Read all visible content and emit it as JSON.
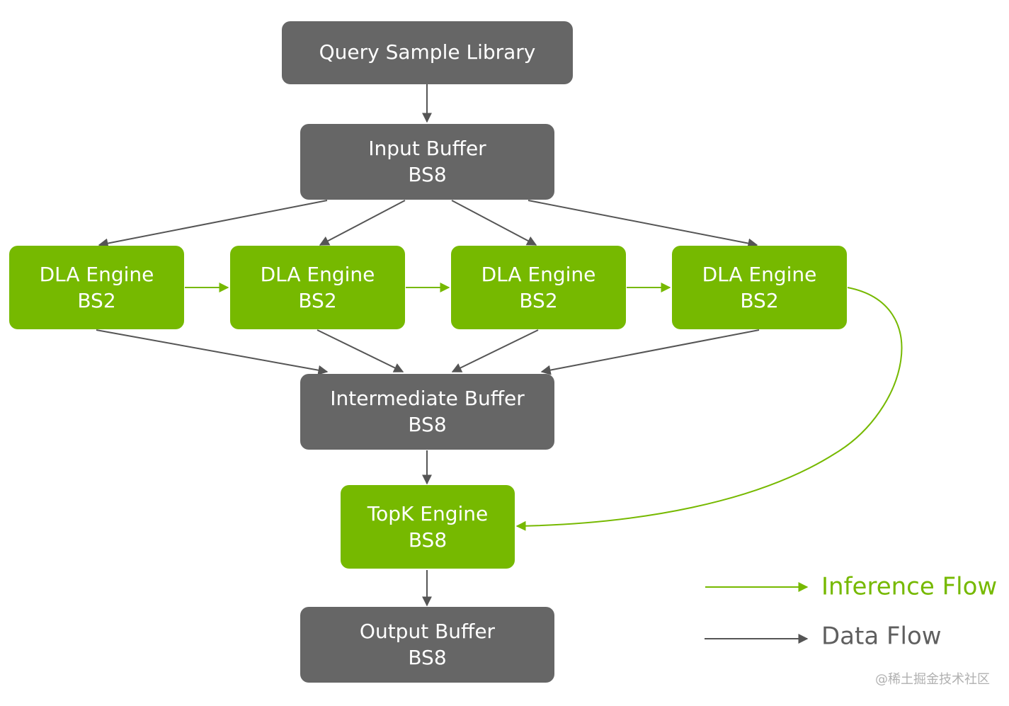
{
  "colors": {
    "data_node": "#666666",
    "inference_node": "#76b900",
    "data_arrow": "#555555",
    "inference_arrow": "#76b900",
    "legend_data_text": "#5f5f5f",
    "legend_inference_text": "#76b900",
    "node_text": "#ffffff"
  },
  "nodes": {
    "query_sample_library": {
      "line1": "Query Sample Library",
      "line2": ""
    },
    "input_buffer": {
      "line1": "Input Buffer",
      "line2": "BS8"
    },
    "dla_engine_1": {
      "line1": "DLA Engine",
      "line2": "BS2"
    },
    "dla_engine_2": {
      "line1": "DLA Engine",
      "line2": "BS2"
    },
    "dla_engine_3": {
      "line1": "DLA Engine",
      "line2": "BS2"
    },
    "dla_engine_4": {
      "line1": "DLA Engine",
      "line2": "BS2"
    },
    "intermediate_buffer": {
      "line1": "Intermediate Buffer",
      "line2": "BS8"
    },
    "topk_engine": {
      "line1": "TopK Engine",
      "line2": "BS8"
    },
    "output_buffer": {
      "line1": "Output Buffer",
      "line2": "BS8"
    }
  },
  "legend": {
    "inference_label": "Inference Flow",
    "data_label": "Data Flow"
  },
  "watermark": "@稀土掘金技术社区"
}
